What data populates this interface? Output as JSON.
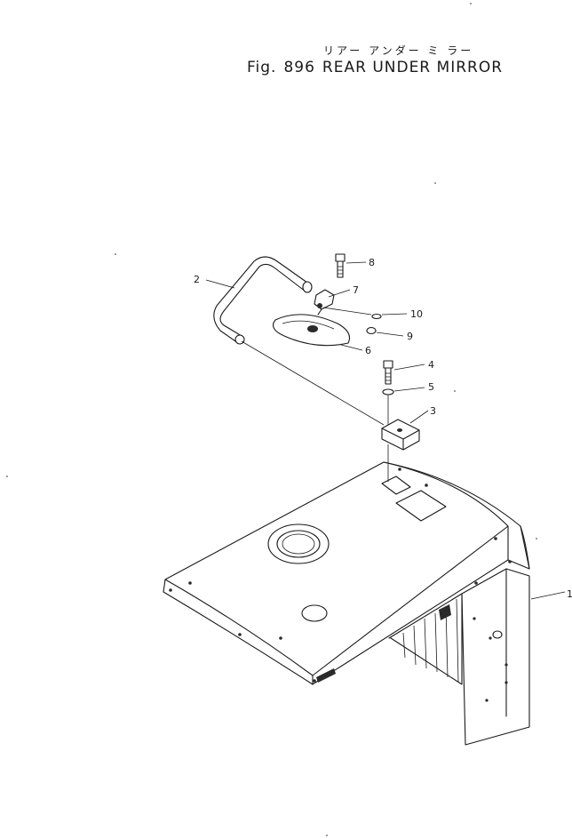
{
  "title": {
    "japanese": "リアー アンダー ミ ラー",
    "fig_label": "Fig.",
    "fig_number": "896",
    "name": "REAR UNDER MIRROR"
  },
  "callouts": [
    "1",
    "2",
    "3",
    "4",
    "5",
    "6",
    "7",
    "8",
    "9",
    "10"
  ],
  "colors": {
    "ink": "#1a1a1a",
    "paper": "#ffffff"
  }
}
